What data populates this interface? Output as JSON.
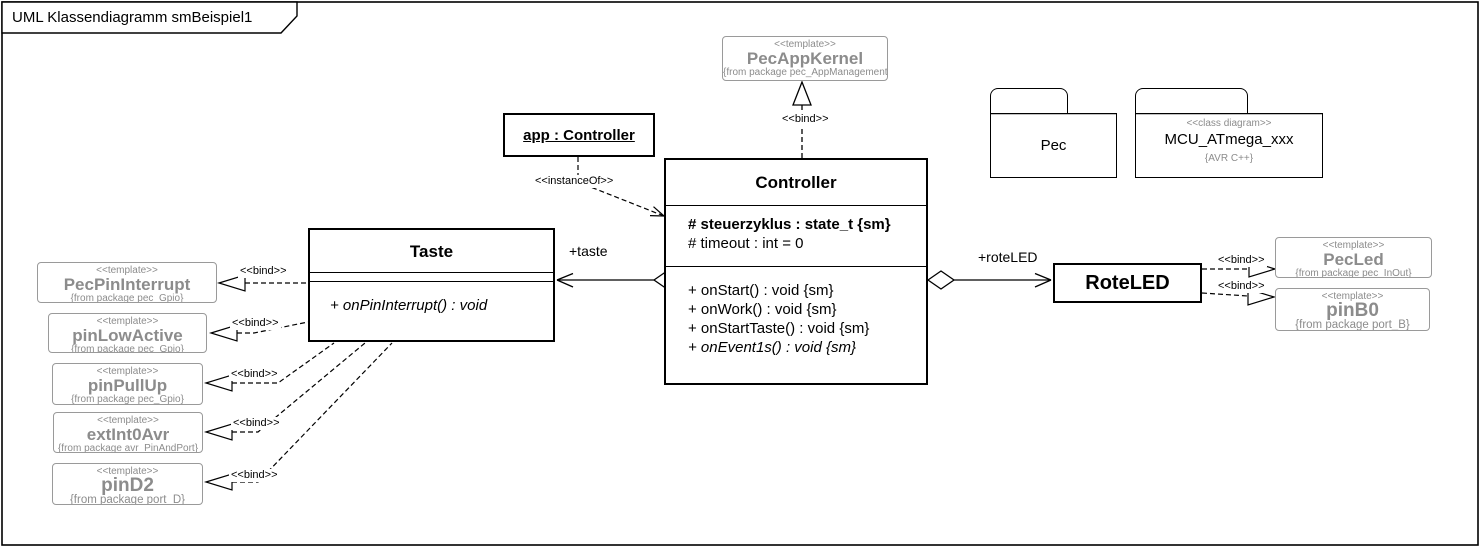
{
  "colors": {
    "gray_text": "#8c8c8c",
    "gray_border": "#9a9a9a",
    "line_black": "#000000"
  },
  "frame": {
    "title": "UML Klassendiagramm smBeispiel1"
  },
  "edge_labels": {
    "bind": "<<bind>>",
    "instance_of": "<<instanceOf>>",
    "taste_role": "+taste",
    "rote_led_role": "+roteLED"
  },
  "instance": {
    "name": "app : Controller"
  },
  "classes": {
    "controller": {
      "name": "Controller",
      "attributes": [
        "# steuerzyklus : state_t {sm}",
        "# timeout : int = 0"
      ],
      "operations": [
        "+ onStart() : void {sm}",
        "+ onWork() : void {sm}",
        "+ onStartTaste() : void {sm}",
        "+ onEvent1s() : void {sm}"
      ]
    },
    "taste": {
      "name": "Taste",
      "operations": [
        "+ onPinInterrupt() : void"
      ]
    },
    "rote_led": {
      "name": "RoteLED"
    }
  },
  "templates": {
    "pec_app_kernel": {
      "stereotype": "<<template>>",
      "name": "PecAppKernel",
      "from": "{from package pec_AppManagement}"
    },
    "pec_pin_interrupt": {
      "stereotype": "<<template>>",
      "name": "PecPinInterrupt",
      "from": "{from package pec_Gpio}"
    },
    "pin_low_active": {
      "stereotype": "<<template>>",
      "name": "pinLowActive",
      "from": "{from package pec_Gpio}"
    },
    "pin_pull_up": {
      "stereotype": "<<template>>",
      "name": "pinPullUp",
      "from": "{from package pec_Gpio}"
    },
    "ext_int0_avr": {
      "stereotype": "<<template>>",
      "name": "extInt0Avr",
      "from": "{from package avr_PinAndPort}"
    },
    "pin_d2": {
      "stereotype": "<<template>>",
      "name": "pinD2",
      "from": "{from package port_D}"
    },
    "pec_led": {
      "stereotype": "<<template>>",
      "name": "PecLed",
      "from": "{from package pec_InOut}"
    },
    "pin_b0": {
      "stereotype": "<<template>>",
      "name": "pinB0",
      "from": "{from package port_B}"
    }
  },
  "packages": {
    "pec": {
      "name": "Pec"
    },
    "mcu": {
      "stereotype": "<<class diagram>>",
      "name": "MCU_ATmega_xxx",
      "tag": "{AVR C++}"
    }
  }
}
